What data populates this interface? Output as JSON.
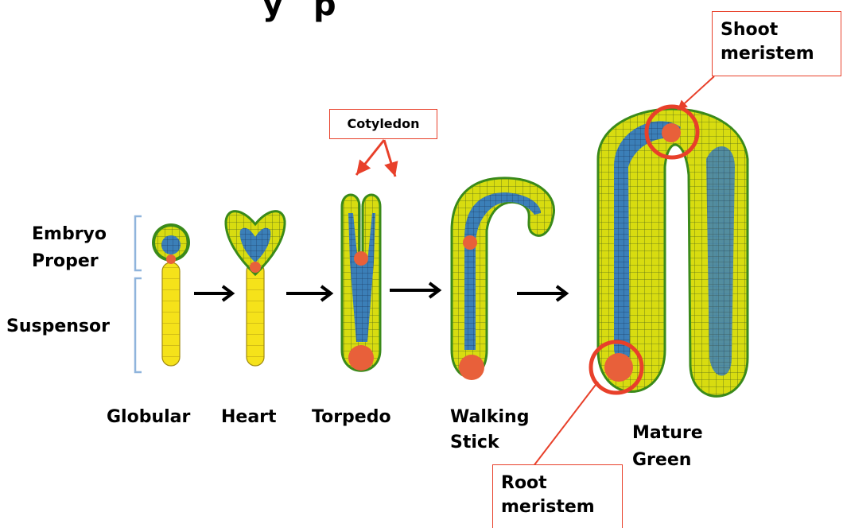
{
  "title_fragment": "y  p",
  "labels": {
    "embryo_proper_line1": "Embryo",
    "embryo_proper_line2": "Proper",
    "suspensor": "Suspensor",
    "globular": "Globular",
    "heart": "Heart",
    "torpedo": "Torpedo",
    "walking_line1": "Walking",
    "walking_line2": "Stick",
    "mature_line1": "Mature",
    "mature_line2": "Green"
  },
  "callouts": {
    "cotyledon": "Cotyledon",
    "shoot_line1": "Shoot",
    "shoot_line2": "meristem",
    "root_line1": "Root",
    "root_line2": "meristem"
  },
  "colors": {
    "accent": "#e8402a",
    "epidermis": "#c8d400",
    "outline": "#3a8a1a",
    "vascular": "#3b7fb8",
    "meristem": "#e8603a",
    "suspensor": "#f5e21a",
    "bracket": "#8fb4dc"
  }
}
